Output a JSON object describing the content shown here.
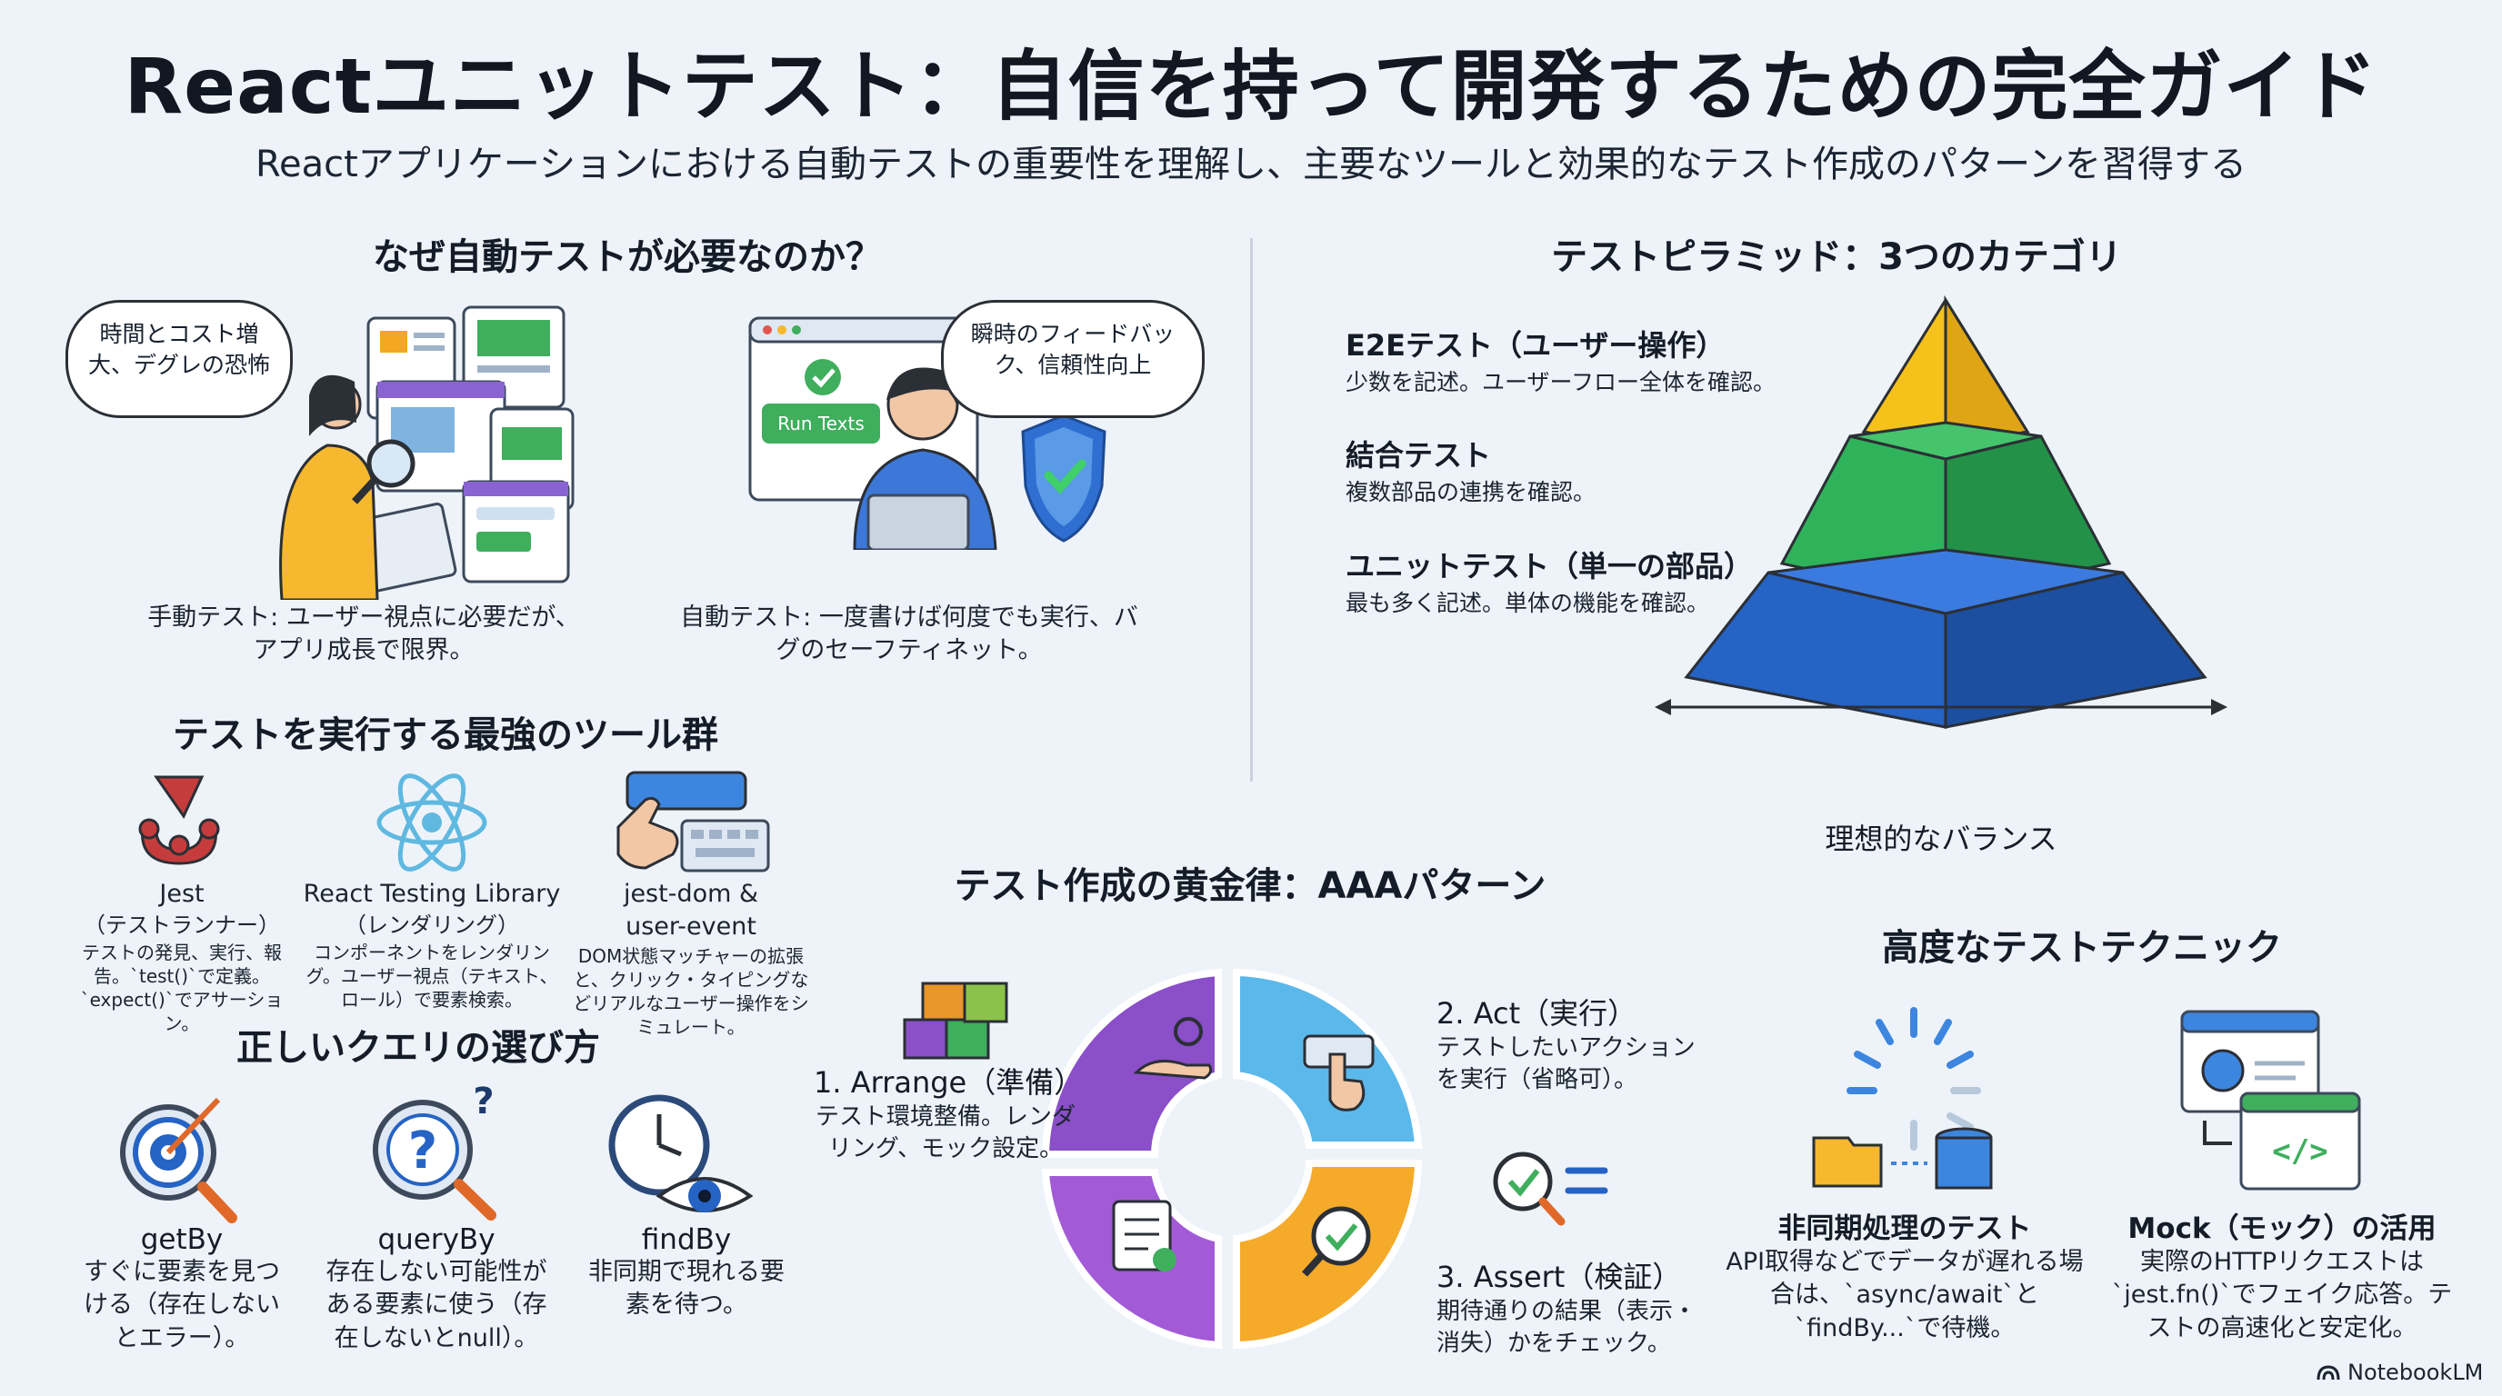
{
  "header": {
    "title": "Reactユニットテスト：自信を持って開発するための完全ガイド",
    "subtitle": "Reactアプリケーションにおける自動テストの重要性を理解し、主要なツールと効果的なテスト作成のパターンを習得する"
  },
  "why": {
    "heading": "なぜ自動テストが必要なのか？",
    "manual_bubble": "時間とコスト増大、デグレの恐怖",
    "manual_caption": "手動テスト: ユーザー視点に必要だが、アプリ成長で限界。",
    "auto_bubble": "瞬時のフィードバック、信頼性向上",
    "run_button_label": "Run Texts",
    "auto_caption": "自動テスト: 一度書けば何度でも実行、バグのセーフティネット。"
  },
  "pyramid": {
    "heading": "テストピラミッド：3つのカテゴリ",
    "levels": [
      {
        "title": "E2Eテスト（ユーザー操作）",
        "desc": "少数を記述。ユーザーフロー全体を確認。",
        "color": "#f5c21b"
      },
      {
        "title": "結合テスト",
        "desc": "複数部品の連携を確認。",
        "color": "#2fb35a"
      },
      {
        "title": "ユニットテスト（単一の部品）",
        "desc": "最も多く記述。単体の機能を確認。",
        "color": "#2563c4"
      }
    ],
    "balance_label": "理想的なバランス"
  },
  "tools": {
    "heading": "テストを実行する最強のツール群",
    "items": [
      {
        "name": "Jest",
        "role": "（テストランナー）",
        "desc": "テストの発見、実行、報告。`test()`で定義。`expect()`でアサーション。",
        "icon": "jest-icon"
      },
      {
        "name": "React Testing Library",
        "role": "（レンダリング）",
        "desc": "コンポーネントをレンダリング。ユーザー視点（テキスト、ロール）で要素検索。",
        "icon": "react-atom-icon"
      },
      {
        "name": "jest-dom &",
        "role": "user-event",
        "desc": "DOM状態マッチャーの拡張と、クリック・タイピングなどリアルなユーザー操作をシミュレート。",
        "icon": "keyboard-click-icon"
      }
    ]
  },
  "queries": {
    "heading": "正しいクエリの選び方",
    "items": [
      {
        "name": "getBy",
        "desc": "すぐに要素を見つける（存在しないとエラー）。",
        "icon": "target-magnifier-icon"
      },
      {
        "name": "queryBy",
        "desc": "存在しない可能性がある要素に使う（存在しないとnull）。",
        "icon": "question-magnifier-icon"
      },
      {
        "name": "findBy",
        "desc": "非同期で現れる要素を待つ。",
        "icon": "clock-eye-icon"
      }
    ]
  },
  "aaa": {
    "heading": "テスト作成の黄金律：AAAパターン",
    "steps": [
      {
        "title": "1. Arrange（準備）",
        "desc": "テスト環境整備。レンダリング、モック設定。",
        "color": "#8a4fc9"
      },
      {
        "title": "2. Act（実行）",
        "desc": "テストしたいアクションを実行（省略可）。",
        "color": "#5bb8ea"
      },
      {
        "title": "3. Assert（検証）",
        "desc": "期待通りの結果（表示・消失）かをチェック。",
        "color": "#f5aa2a"
      }
    ]
  },
  "advanced": {
    "heading": "高度なテストテクニック",
    "items": [
      {
        "name": "非同期処理のテスト",
        "desc": "API取得などでデータが遅れる場合は、`async/await`と`findBy...`で待機。",
        "icon": "async-loading-icon"
      },
      {
        "name": "Mock（モック）の活用",
        "desc": "実際のHTTPリクエストは`jest.fn()`でフェイク応答。テストの高速化と安定化。",
        "icon": "mock-browser-icon"
      }
    ]
  },
  "footer": {
    "brand": "NotebookLM"
  }
}
